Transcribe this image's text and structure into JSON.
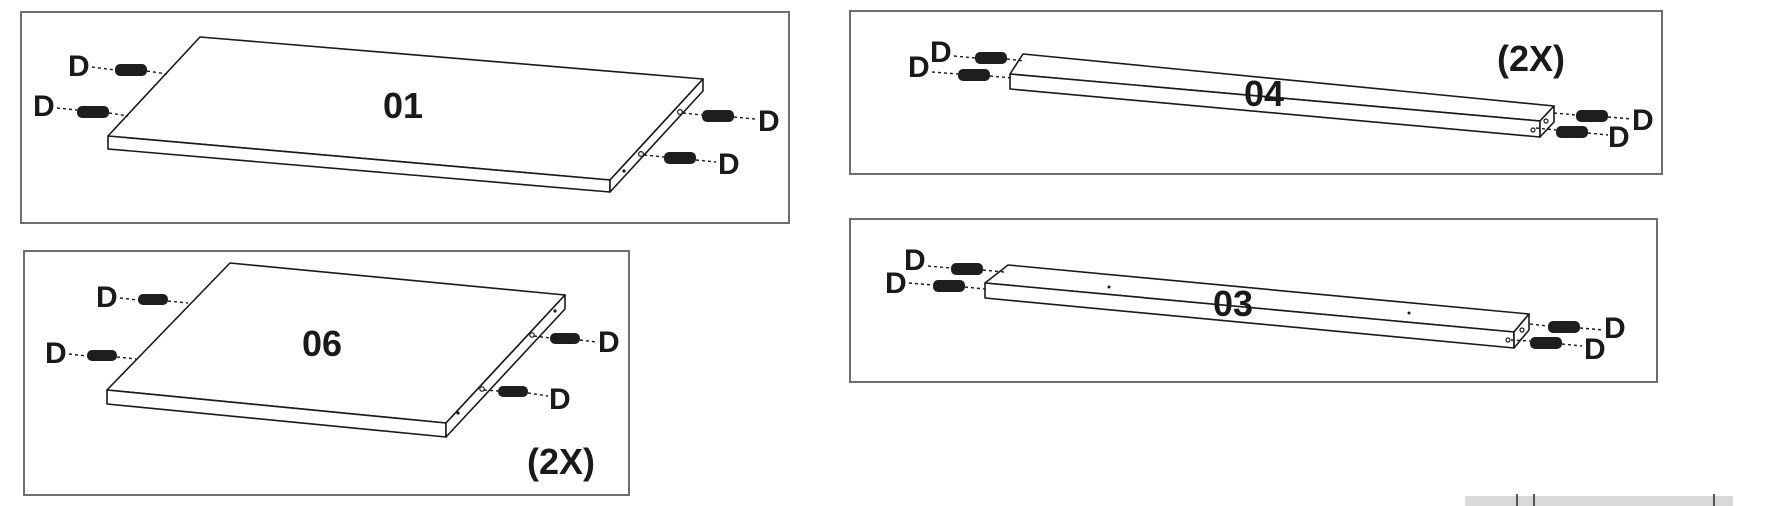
{
  "panels": {
    "p01": {
      "part": "01",
      "dowel_label": "D"
    },
    "p04": {
      "part": "04",
      "dowel_label": "D",
      "quantity": "(2X)"
    },
    "p06": {
      "part": "06",
      "dowel_label": "D",
      "quantity": "(2X)"
    },
    "p03": {
      "part": "03",
      "dowel_label": "D"
    }
  }
}
